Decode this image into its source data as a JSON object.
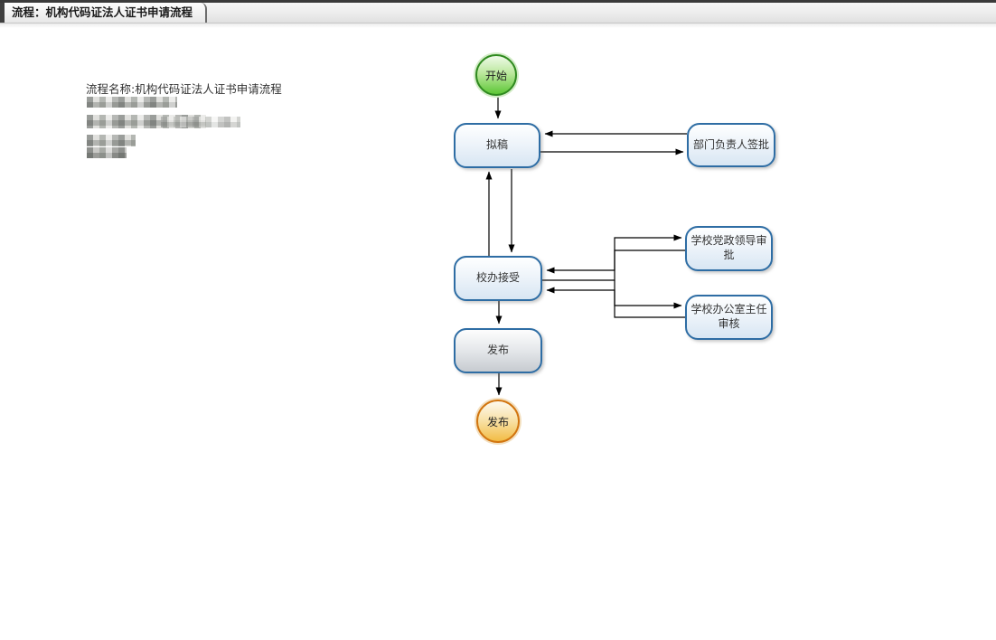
{
  "header": {
    "tab_label": "流程：机构代码证法人证书申请流程"
  },
  "info": {
    "process_name_label": "流程名称:机构代码证法人证书申请流程"
  },
  "flowchart": {
    "nodes": {
      "start": {
        "label": "开始",
        "shape": "circle",
        "color": "#5ec737"
      },
      "draft": {
        "label": "拟稿",
        "shape": "rounded-rect"
      },
      "dept_head": {
        "label": "部门负责人签批",
        "shape": "rounded-rect"
      },
      "school_office": {
        "label": "校办接受",
        "shape": "rounded-rect"
      },
      "party_leaders": {
        "label": "学校党政领导审批",
        "shape": "rounded-rect"
      },
      "office_director": {
        "label": "学校办公室主任审核",
        "shape": "rounded-rect"
      },
      "publish": {
        "label": "发布",
        "shape": "rounded-rect",
        "color": "#c7cbd0"
      },
      "end": {
        "label": "发布",
        "shape": "circle",
        "color": "#f2bc45"
      }
    },
    "edges": [
      {
        "from": "start",
        "to": "draft"
      },
      {
        "from": "draft",
        "to": "dept_head"
      },
      {
        "from": "dept_head",
        "to": "draft"
      },
      {
        "from": "draft",
        "to": "school_office"
      },
      {
        "from": "school_office",
        "to": "draft"
      },
      {
        "from": "school_office",
        "to": "party_leaders"
      },
      {
        "from": "party_leaders",
        "to": "school_office"
      },
      {
        "from": "school_office",
        "to": "office_director"
      },
      {
        "from": "office_director",
        "to": "school_office"
      },
      {
        "from": "school_office",
        "to": "publish"
      },
      {
        "from": "publish",
        "to": "end"
      }
    ],
    "colors": {
      "node_border": "#2e6da4",
      "node_fill": "#d8e6f3",
      "start_green": "#5ec737",
      "end_orange": "#f2bc45",
      "publish_gray": "#c7cbd0",
      "connector": "#000000"
    }
  }
}
